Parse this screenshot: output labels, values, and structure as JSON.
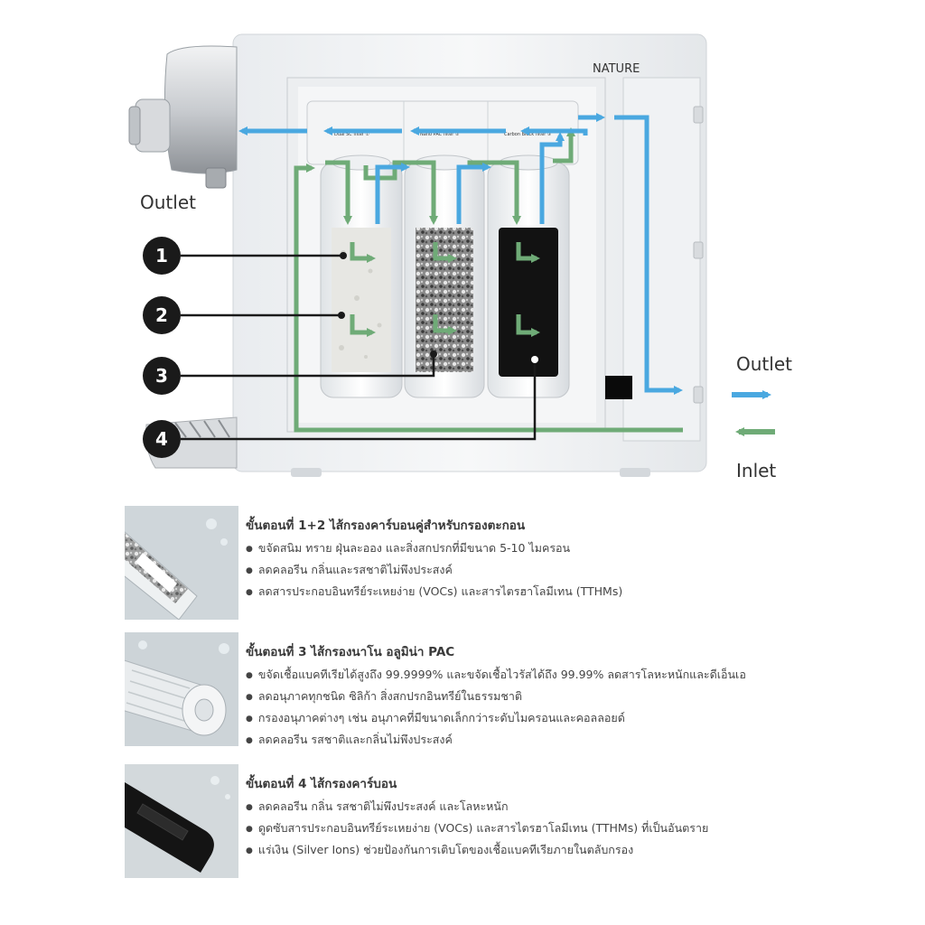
{
  "diagram": {
    "brand": "NATURE",
    "labels": {
      "outlet_left": "Outlet",
      "outlet_right": "Outlet",
      "inlet_right": "Inlet"
    },
    "filter_labels": [
      "Dual SC filter ①",
      "Nano PAC filter ②",
      "Carbon Block filter ③"
    ],
    "callouts": [
      "1",
      "2",
      "3",
      "4"
    ],
    "colors": {
      "outlet_flow": "#4aa8e0",
      "inlet_flow": "#6fab77",
      "callout_circle": "#1a1a1a"
    }
  },
  "stages": [
    {
      "title": "ขั้นตอนที่ 1+2 ไส้กรองคาร์บอนคู่สำหรับกรองตะกอน",
      "bullets": [
        "ขจัดสนิม ทราย ฝุ่นละออง และสิ่งสกปรกที่มีขนาด 5-10 ไมครอน",
        "ลดคลอรีน กลิ่นและรสชาติไม่พึงประสงค์",
        "ลดสารประกอบอินทรีย์ระเหยง่าย (VOCs) และสารไตรฮาโลมีเทน (TTHMs)"
      ],
      "image_icon": "twin-sediment-filter-icon"
    },
    {
      "title": "ขั้นตอนที่ 3 ไส้กรองนาโน อลูมิน่า PAC",
      "bullets": [
        "ขจัดเชื้อแบคทีเรียได้สูงถึง 99.9999% และขจัดเชื้อไวรัสได้ถึง 99.99% ลดสารโลหะหนักและดีเอ็นเอ",
        "ลดอนุภาคทุกชนิด ซิลิก้า สิ่งสกปรกอินทรีย์ในธรรมชาติ",
        "กรองอนุภาคต่างๆ เช่น อนุภาคที่มีขนาดเล็กกว่าระดับไมครอนและคอลลอยด์",
        "ลดคลอรีน รสชาติและกลิ่นไม่พึงประสงค์"
      ],
      "image_icon": "nano-alumina-filter-icon"
    },
    {
      "title": "ขั้นตอนที่ 4 ไส้กรองคาร์บอน",
      "bullets": [
        "ลดคลอรีน กลิ่น รสชาติไม่พึงประสงค์ และโลหะหนัก",
        "ดูดซับสารประกอบอินทรีย์ระเหยง่าย (VOCs) และสารไตรฮาโลมีเทน (TTHMs) ที่เป็นอันตราย",
        "แร่เงิน (Silver Ions) ช่วยป้องกันการเติบโตของเชื้อแบคทีเรียภายในตลับกรอง"
      ],
      "image_icon": "carbon-filter-icon"
    }
  ]
}
